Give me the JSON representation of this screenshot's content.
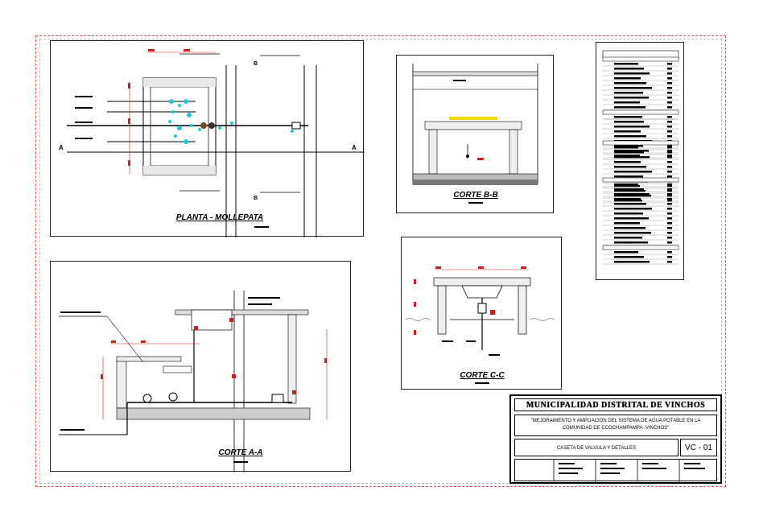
{
  "drawings": {
    "plan": {
      "title": "PLANTA - MOLLEPATA",
      "section_marks": [
        "A",
        "A",
        "B",
        "B"
      ]
    },
    "section_bb": {
      "title": "CORTE B-B"
    },
    "section_cc": {
      "title": "CORTE C-C"
    },
    "section_aa": {
      "title": "CORTE A-A"
    }
  },
  "title_block": {
    "municipality": "MUNICIPALIDAD DISTRITAL DE VINCHOS",
    "project_line1": "\"MEJORAMIENTO Y AMPLIACION DEL SISTEMA DE AGUA POTABLE EN LA",
    "project_line2": "COMUNIDAD DE CCOCHAMPAMPA -VINCHOS\"",
    "sheet_name": "CASETA DE VALVULA Y DETALLES",
    "sheet_code": "VC - 01"
  },
  "colors": {
    "frame": "#e25050",
    "dim_red": "#d41c1c",
    "pipe_cyan": "#1ec8d8",
    "accent_yellow": "#f2d600"
  }
}
